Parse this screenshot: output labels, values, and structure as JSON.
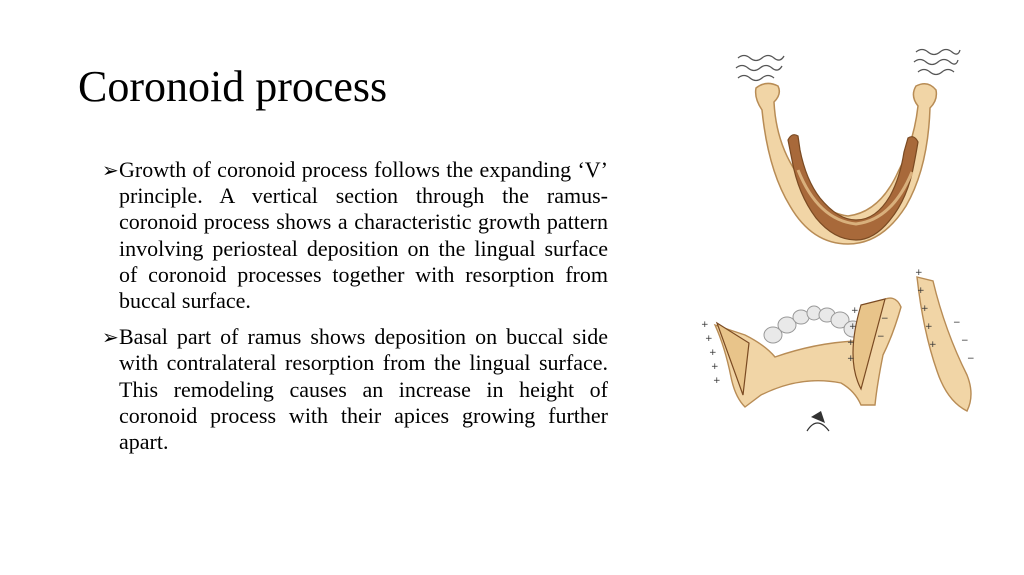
{
  "slide": {
    "title": "Coronoid process",
    "bullets": [
      {
        "marker": "➢",
        "text": "Growth of coronoid process follows the expanding ‘V’ principle. A vertical section through the ramus-coronoid process shows a characteristic growth pattern involving periosteal deposition on the lingual surface of coronoid processes together with resorption from buccal surface."
      },
      {
        "marker": "➢",
        "text": "Basal part of ramus shows deposition on buccal side with contralateral resorption from the lingual surface. This remodeling causes an increase in height of coronoid process with their apices growing further apart."
      }
    ]
  },
  "figures": {
    "top": {
      "icon": "mandible-v-principle-illustration"
    },
    "bottom": {
      "icon": "ramus-section-remodeling-illustration"
    }
  },
  "colors": {
    "bone_light": "#f1d5a6",
    "bone_dark": "#a8693a",
    "outline": "#b88c55",
    "teeth": "#e9e9e9"
  }
}
